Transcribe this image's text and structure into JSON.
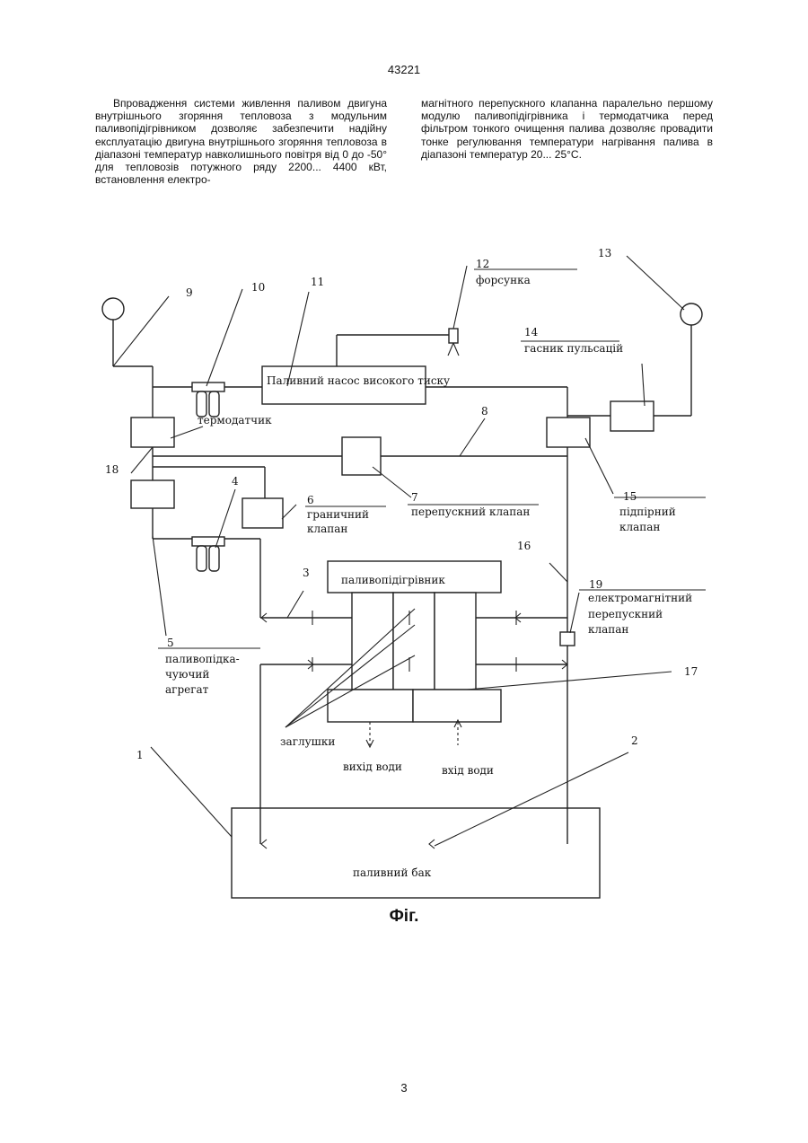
{
  "header": {
    "patent_number": "43221"
  },
  "text": {
    "left_column": "Впровадження системи живлення паливом двигуна внутрішнього згоряння тепловоза з модульним паливопідігрівником дозволяє забезпечити надійну експлуатацію двигуна внутрішнього згоряння тепловоза в діапазоні температур навколишнього повітря від 0 до -50° для тепловозів потужного ряду 2200... 4400 кВт, встановлення електро-",
    "right_column": "магнітного перепускного клапанна паралельно першому модулю паливопідігрівника і термодатчика перед фільтром тонкого очищення палива дозволяє провадити тонке регулювання температури нагрівання палива в діапазоні температур 20... 25°С."
  },
  "figure": {
    "labels": {
      "pump": "Паливний насос високого тиску",
      "nozzle": "форсунка",
      "damper": "гасник пульсацій",
      "thermo": "термодатчик",
      "limit_valve_1": "граничний",
      "limit_valve_2": "клапан",
      "bypass_valve": "перепускний клапан",
      "support_valve_1": "підпірний",
      "support_valve_2": "клапан",
      "heater": "паливопідігрівник",
      "em_valve_1": "електромагнітний",
      "em_valve_2": "перепускний",
      "em_valve_3": "клапан",
      "pump_unit_1": "паливопідка-",
      "pump_unit_2": "чуючий",
      "pump_unit_3": "агрегат",
      "plugs": "заглушки",
      "water_out": "вихід води",
      "water_in": "вхід води",
      "tank": "паливний бак"
    },
    "numbers": {
      "n1": "1",
      "n2": "2",
      "n3": "3",
      "n4": "4",
      "n5": "5",
      "n6": "6",
      "n7": "7",
      "n8": "8",
      "n9": "9",
      "n10": "10",
      "n11": "11",
      "n12": "12",
      "n13": "13",
      "n14": "14",
      "n15": "15",
      "n16": "16",
      "n17": "17",
      "n18": "18",
      "n19": "19"
    },
    "caption": "Фіг."
  },
  "footer": {
    "page_number": "3"
  }
}
